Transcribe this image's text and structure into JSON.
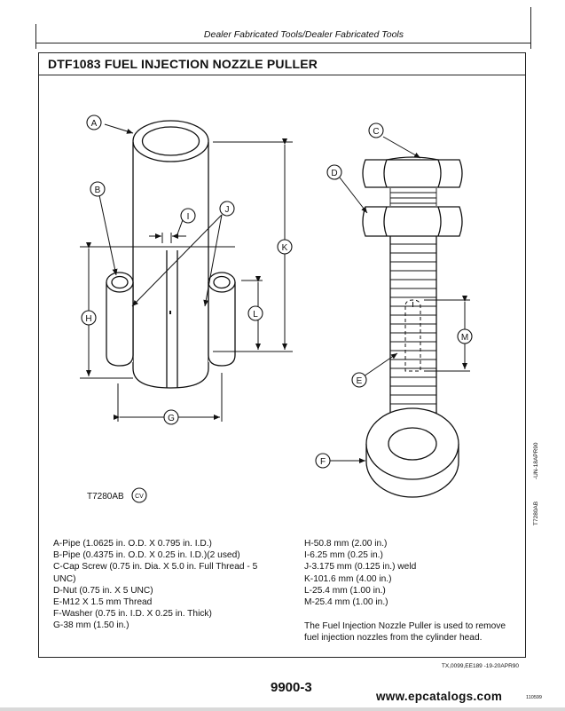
{
  "header": {
    "title": "Dealer Fabricated Tools/Dealer Fabricated Tools"
  },
  "section": {
    "title": "DTF1083 FUEL INJECTION NOZZLE PULLER"
  },
  "figure": {
    "id": "T7280AB",
    "cv_mark": "CV",
    "vertical_code_top": "-UN-18APR90",
    "vertical_code_bottom": "T7280AB",
    "callouts": [
      "A",
      "B",
      "C",
      "D",
      "E",
      "F",
      "G",
      "H",
      "I",
      "J",
      "K",
      "L",
      "M"
    ]
  },
  "legend_left": [
    "A-Pipe (1.0625 in. O.D. X 0.795 in. I.D.)",
    "B-Pipe (0.4375 in. O.D. X 0.25 in. I.D.)(2 used)",
    "C-Cap Screw (0.75 in. Dia. X 5.0 in. Full Thread - 5",
    "UNC)",
    "D-Nut (0.75 in. X 5 UNC)",
    "E-M12 X 1.5 mm Thread",
    "F-Washer (0.75 in. I.D. X 0.25 in. Thick)",
    "G-38 mm (1.50 in.)"
  ],
  "legend_right": [
    "H-50.8 mm (2.00 in.)",
    "I-6.25 mm (0.25 in.)",
    "J-3.175 mm (0.125 in.) weld",
    "K-101.6 mm (4.00 in.)",
    "L-25.4 mm (1.00 in.)",
    "M-25.4 mm (1.00 in.)"
  ],
  "note": "The Fuel Injection Nozzle Puller is used to remove fuel injection nozzles from the cylinder head.",
  "footer": {
    "tx_code": "TX,0099,EE189 -19-20APR90",
    "page_number": "9900-3",
    "watermark": "www.epcatalogs.com",
    "side_code": "110599"
  }
}
